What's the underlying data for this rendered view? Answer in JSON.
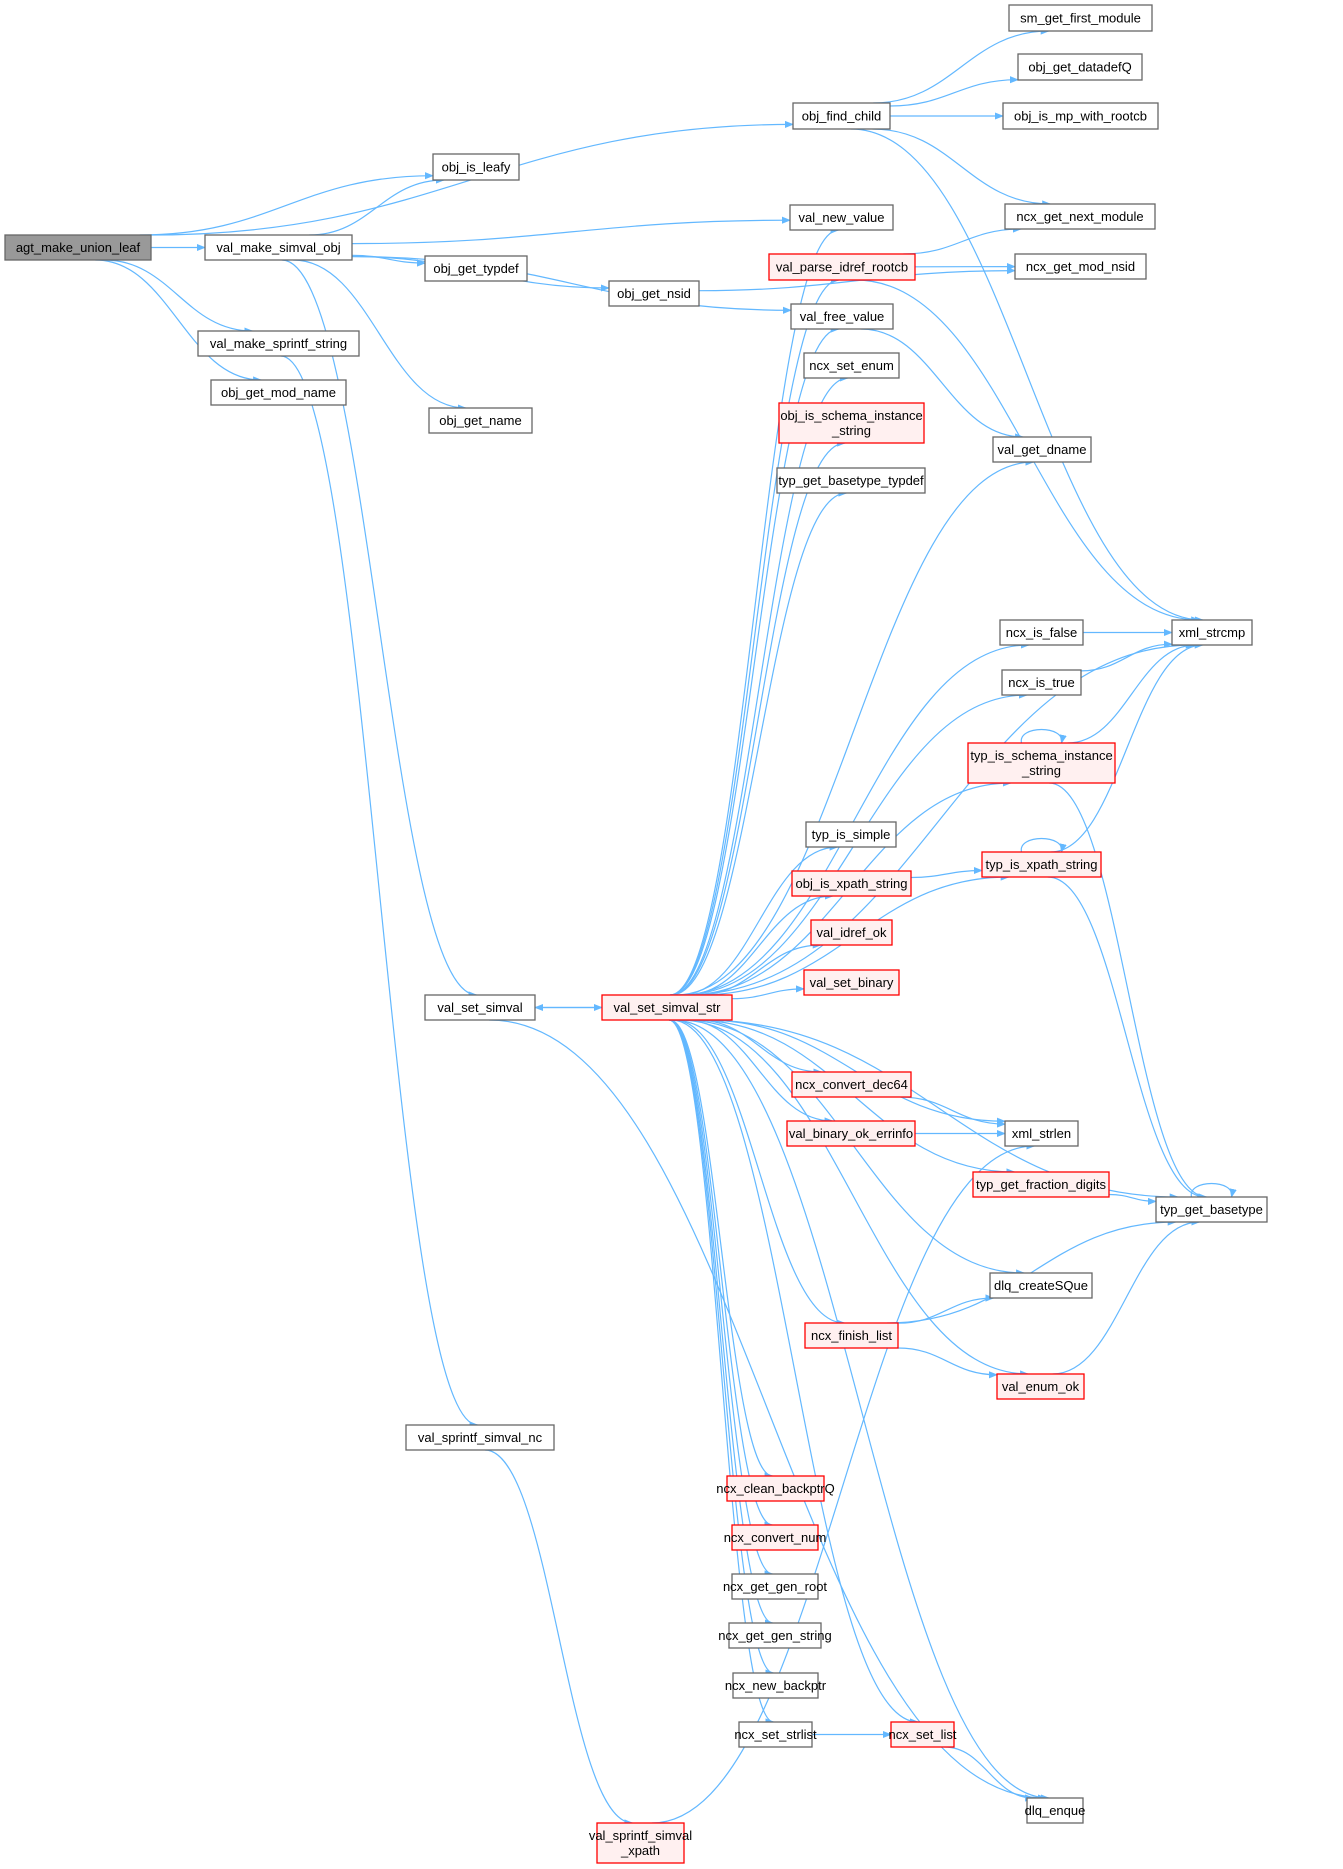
{
  "title": "Call graph of agt_make_union_leaf",
  "colors": {
    "edge": "#63b8ff",
    "root_fill": "#999999",
    "root_stroke": "#666666",
    "normal_fill": "#ffffff",
    "normal_stroke": "#666666",
    "truncated_fill": "#fff0f0",
    "truncated_stroke": "#ff0000"
  },
  "nodes": [
    {
      "id": "agt_make_union_leaf",
      "lines": [
        "agt_make_union_leaf"
      ],
      "kind": "root"
    },
    {
      "id": "val_make_simval_obj",
      "lines": [
        "val_make_simval_obj"
      ],
      "kind": "normal"
    },
    {
      "id": "val_make_sprintf_string",
      "lines": [
        "val_make_sprintf_string"
      ],
      "kind": "normal"
    },
    {
      "id": "obj_get_mod_name",
      "lines": [
        "obj_get_mod_name"
      ],
      "kind": "normal"
    },
    {
      "id": "obj_is_leafy",
      "lines": [
        "obj_is_leafy"
      ],
      "kind": "normal"
    },
    {
      "id": "obj_get_typdef",
      "lines": [
        "obj_get_typdef"
      ],
      "kind": "normal"
    },
    {
      "id": "obj_get_name",
      "lines": [
        "obj_get_name"
      ],
      "kind": "normal"
    },
    {
      "id": "obj_get_nsid",
      "lines": [
        "obj_get_nsid"
      ],
      "kind": "normal"
    },
    {
      "id": "obj_find_child",
      "lines": [
        "obj_find_child"
      ],
      "kind": "normal"
    },
    {
      "id": "sm_get_first_module",
      "lines": [
        "sm_get_first_module"
      ],
      "kind": "normal"
    },
    {
      "id": "obj_get_datadefQ",
      "lines": [
        "obj_get_datadefQ"
      ],
      "kind": "normal"
    },
    {
      "id": "obj_is_mp_with_rootcb",
      "lines": [
        "obj_is_mp_with_rootcb"
      ],
      "kind": "normal"
    },
    {
      "id": "ncx_get_next_module",
      "lines": [
        "ncx_get_next_module"
      ],
      "kind": "normal"
    },
    {
      "id": "ncx_get_mod_nsid",
      "lines": [
        "ncx_get_mod_nsid"
      ],
      "kind": "normal"
    },
    {
      "id": "val_new_value",
      "lines": [
        "val_new_value"
      ],
      "kind": "normal"
    },
    {
      "id": "val_parse_idref_rootcb",
      "lines": [
        "val_parse_idref_rootcb"
      ],
      "kind": "truncated"
    },
    {
      "id": "val_free_value",
      "lines": [
        "val_free_value"
      ],
      "kind": "normal"
    },
    {
      "id": "ncx_set_enum",
      "lines": [
        "ncx_set_enum"
      ],
      "kind": "normal"
    },
    {
      "id": "obj_is_schema_instance_string",
      "lines": [
        "obj_is_schema_instance",
        "_string"
      ],
      "kind": "truncated"
    },
    {
      "id": "typ_get_basetype_typdef",
      "lines": [
        "typ_get_basetype_typdef"
      ],
      "kind": "normal"
    },
    {
      "id": "val_get_dname",
      "lines": [
        "val_get_dname"
      ],
      "kind": "normal"
    },
    {
      "id": "ncx_is_false",
      "lines": [
        "ncx_is_false"
      ],
      "kind": "normal"
    },
    {
      "id": "ncx_is_true",
      "lines": [
        "ncx_is_true"
      ],
      "kind": "normal"
    },
    {
      "id": "xml_strcmp",
      "lines": [
        "xml_strcmp"
      ],
      "kind": "normal"
    },
    {
      "id": "typ_is_schema_instance_string",
      "lines": [
        "typ_is_schema_instance",
        "_string"
      ],
      "kind": "truncated"
    },
    {
      "id": "typ_is_simple",
      "lines": [
        "typ_is_simple"
      ],
      "kind": "normal"
    },
    {
      "id": "obj_is_xpath_string",
      "lines": [
        "obj_is_xpath_string"
      ],
      "kind": "truncated"
    },
    {
      "id": "typ_is_xpath_string",
      "lines": [
        "typ_is_xpath_string"
      ],
      "kind": "truncated"
    },
    {
      "id": "val_idref_ok",
      "lines": [
        "val_idref_ok"
      ],
      "kind": "truncated"
    },
    {
      "id": "val_set_binary",
      "lines": [
        "val_set_binary"
      ],
      "kind": "truncated"
    },
    {
      "id": "val_set_simval",
      "lines": [
        "val_set_simval"
      ],
      "kind": "normal"
    },
    {
      "id": "val_set_simval_str",
      "lines": [
        "val_set_simval_str"
      ],
      "kind": "truncated"
    },
    {
      "id": "ncx_convert_dec64",
      "lines": [
        "ncx_convert_dec64"
      ],
      "kind": "truncated"
    },
    {
      "id": "val_binary_ok_errinfo",
      "lines": [
        "val_binary_ok_errinfo"
      ],
      "kind": "truncated"
    },
    {
      "id": "xml_strlen",
      "lines": [
        "xml_strlen"
      ],
      "kind": "normal"
    },
    {
      "id": "typ_get_fraction_digits",
      "lines": [
        "typ_get_fraction_digits"
      ],
      "kind": "truncated"
    },
    {
      "id": "typ_get_basetype",
      "lines": [
        "typ_get_basetype"
      ],
      "kind": "normal"
    },
    {
      "id": "dlq_createSQue",
      "lines": [
        "dlq_createSQue"
      ],
      "kind": "normal"
    },
    {
      "id": "ncx_finish_list",
      "lines": [
        "ncx_finish_list"
      ],
      "kind": "truncated"
    },
    {
      "id": "val_enum_ok",
      "lines": [
        "val_enum_ok"
      ],
      "kind": "truncated"
    },
    {
      "id": "val_sprintf_simval_nc",
      "lines": [
        "val_sprintf_simval_nc"
      ],
      "kind": "normal"
    },
    {
      "id": "ncx_clean_backptrQ",
      "lines": [
        "ncx_clean_backptrQ"
      ],
      "kind": "truncated"
    },
    {
      "id": "ncx_convert_num",
      "lines": [
        "ncx_convert_num"
      ],
      "kind": "truncated"
    },
    {
      "id": "ncx_get_gen_root",
      "lines": [
        "ncx_get_gen_root"
      ],
      "kind": "normal"
    },
    {
      "id": "ncx_get_gen_string",
      "lines": [
        "ncx_get_gen_string"
      ],
      "kind": "normal"
    },
    {
      "id": "ncx_new_backptr",
      "lines": [
        "ncx_new_backptr"
      ],
      "kind": "normal"
    },
    {
      "id": "ncx_set_strlist",
      "lines": [
        "ncx_set_strlist"
      ],
      "kind": "normal"
    },
    {
      "id": "ncx_set_list",
      "lines": [
        "ncx_set_list"
      ],
      "kind": "truncated"
    },
    {
      "id": "dlq_enque",
      "lines": [
        "dlq_enque"
      ],
      "kind": "normal"
    },
    {
      "id": "val_sprintf_simval_xpath",
      "lines": [
        "val_sprintf_simval",
        "_xpath"
      ],
      "kind": "truncated"
    }
  ],
  "edges": [
    [
      "agt_make_union_leaf",
      "obj_find_child"
    ],
    [
      "agt_make_union_leaf",
      "obj_is_leafy"
    ],
    [
      "agt_make_union_leaf",
      "val_make_simval_obj"
    ],
    [
      "agt_make_union_leaf",
      "val_make_sprintf_string"
    ],
    [
      "agt_make_union_leaf",
      "obj_get_mod_name"
    ],
    [
      "val_make_simval_obj",
      "obj_is_leafy"
    ],
    [
      "val_make_simval_obj",
      "val_new_value"
    ],
    [
      "val_make_simval_obj",
      "obj_get_typdef"
    ],
    [
      "val_make_simval_obj",
      "obj_get_nsid"
    ],
    [
      "val_make_simval_obj",
      "val_free_value"
    ],
    [
      "val_make_simval_obj",
      "obj_get_name"
    ],
    [
      "val_make_simval_obj",
      "val_set_simval"
    ],
    [
      "val_make_sprintf_string",
      "val_sprintf_simval_nc"
    ],
    [
      "obj_get_nsid",
      "ncx_get_mod_nsid"
    ],
    [
      "obj_find_child",
      "sm_get_first_module"
    ],
    [
      "obj_find_child",
      "obj_get_datadefQ"
    ],
    [
      "obj_find_child",
      "obj_is_mp_with_rootcb"
    ],
    [
      "obj_find_child",
      "ncx_get_next_module"
    ],
    [
      "obj_find_child",
      "xml_strcmp"
    ],
    [
      "val_parse_idref_rootcb",
      "ncx_get_next_module"
    ],
    [
      "val_parse_idref_rootcb",
      "ncx_get_mod_nsid"
    ],
    [
      "val_parse_idref_rootcb",
      "xml_strcmp"
    ],
    [
      "val_free_value",
      "val_get_dname"
    ],
    [
      "val_set_simval",
      "val_set_simval_str"
    ],
    [
      "val_set_simval",
      "dlq_enque"
    ],
    [
      "val_set_simval_str",
      "val_set_simval"
    ],
    [
      "val_set_simval_str",
      "val_new_value"
    ],
    [
      "val_set_simval_str",
      "val_parse_idref_rootcb"
    ],
    [
      "val_set_simval_str",
      "val_free_value"
    ],
    [
      "val_set_simval_str",
      "ncx_set_enum"
    ],
    [
      "val_set_simval_str",
      "obj_is_schema_instance_string"
    ],
    [
      "val_set_simval_str",
      "typ_get_basetype_typdef"
    ],
    [
      "val_set_simval_str",
      "val_get_dname"
    ],
    [
      "val_set_simval_str",
      "xml_strcmp"
    ],
    [
      "val_set_simval_str",
      "ncx_is_false"
    ],
    [
      "val_set_simval_str",
      "ncx_is_true"
    ],
    [
      "val_set_simval_str",
      "typ_is_schema_instance_string"
    ],
    [
      "val_set_simval_str",
      "typ_is_simple"
    ],
    [
      "val_set_simval_str",
      "obj_is_xpath_string"
    ],
    [
      "val_set_simval_str",
      "typ_is_xpath_string"
    ],
    [
      "val_set_simval_str",
      "val_idref_ok"
    ],
    [
      "val_set_simval_str",
      "val_set_binary"
    ],
    [
      "val_set_simval_str",
      "ncx_convert_dec64"
    ],
    [
      "val_set_simval_str",
      "val_binary_ok_errinfo"
    ],
    [
      "val_set_simval_str",
      "xml_strlen"
    ],
    [
      "val_set_simval_str",
      "typ_get_fraction_digits"
    ],
    [
      "val_set_simval_str",
      "typ_get_basetype"
    ],
    [
      "val_set_simval_str",
      "dlq_createSQue"
    ],
    [
      "val_set_simval_str",
      "ncx_finish_list"
    ],
    [
      "val_set_simval_str",
      "val_enum_ok"
    ],
    [
      "val_set_simval_str",
      "ncx_clean_backptrQ"
    ],
    [
      "val_set_simval_str",
      "ncx_convert_num"
    ],
    [
      "val_set_simval_str",
      "ncx_get_gen_root"
    ],
    [
      "val_set_simval_str",
      "ncx_get_gen_string"
    ],
    [
      "val_set_simval_str",
      "ncx_new_backptr"
    ],
    [
      "val_set_simval_str",
      "ncx_set_strlist"
    ],
    [
      "val_set_simval_str",
      "ncx_set_list"
    ],
    [
      "val_set_simval_str",
      "dlq_enque"
    ],
    [
      "ncx_is_false",
      "xml_strcmp"
    ],
    [
      "ncx_is_true",
      "xml_strcmp"
    ],
    [
      "typ_is_schema_instance_string",
      "typ_is_schema_instance_string"
    ],
    [
      "typ_is_schema_instance_string",
      "xml_strcmp"
    ],
    [
      "typ_is_schema_instance_string",
      "typ_get_basetype"
    ],
    [
      "obj_is_xpath_string",
      "typ_is_xpath_string"
    ],
    [
      "typ_is_xpath_string",
      "typ_is_xpath_string"
    ],
    [
      "typ_is_xpath_string",
      "xml_strcmp"
    ],
    [
      "typ_is_xpath_string",
      "typ_get_basetype"
    ],
    [
      "ncx_convert_dec64",
      "xml_strlen"
    ],
    [
      "val_binary_ok_errinfo",
      "xml_strlen"
    ],
    [
      "typ_get_fraction_digits",
      "typ_get_basetype"
    ],
    [
      "typ_get_basetype",
      "typ_get_basetype"
    ],
    [
      "ncx_finish_list",
      "dlq_createSQue"
    ],
    [
      "ncx_finish_list",
      "typ_get_basetype"
    ],
    [
      "ncx_finish_list",
      "val_enum_ok"
    ],
    [
      "val_enum_ok",
      "typ_get_basetype"
    ],
    [
      "val_sprintf_simval_nc",
      "val_sprintf_simval_xpath"
    ],
    [
      "val_sprintf_simval_xpath",
      "xml_strlen"
    ],
    [
      "ncx_set_strlist",
      "ncx_set_list"
    ],
    [
      "ncx_set_list",
      "dlq_enque"
    ]
  ]
}
